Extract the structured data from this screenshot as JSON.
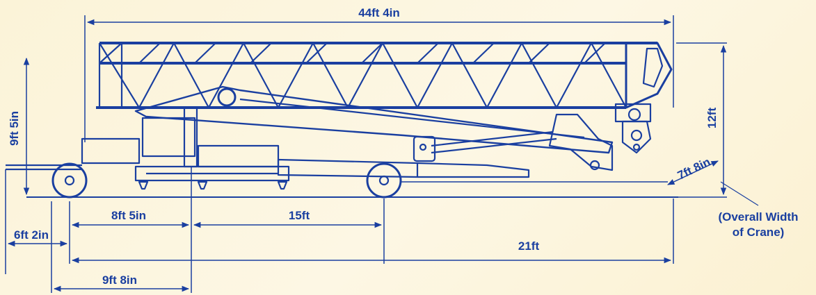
{
  "colors": {
    "ink": "#1a3fa0",
    "background": "#fcf4dc"
  },
  "dimensions": {
    "overall_length": "44ft 4in",
    "height_folded": "9ft 5in",
    "height_overall": "12ft",
    "width": "7ft 8in",
    "width_note_line1": "(Overall Width",
    "width_note_line2": "of Crane)",
    "front_overhang": "6ft 2in",
    "front_axle_to_center": "8ft 5in",
    "center_to_rear_axle": "15ft",
    "axle_to_tail": "21ft",
    "front_to_center": "9ft 8in"
  }
}
